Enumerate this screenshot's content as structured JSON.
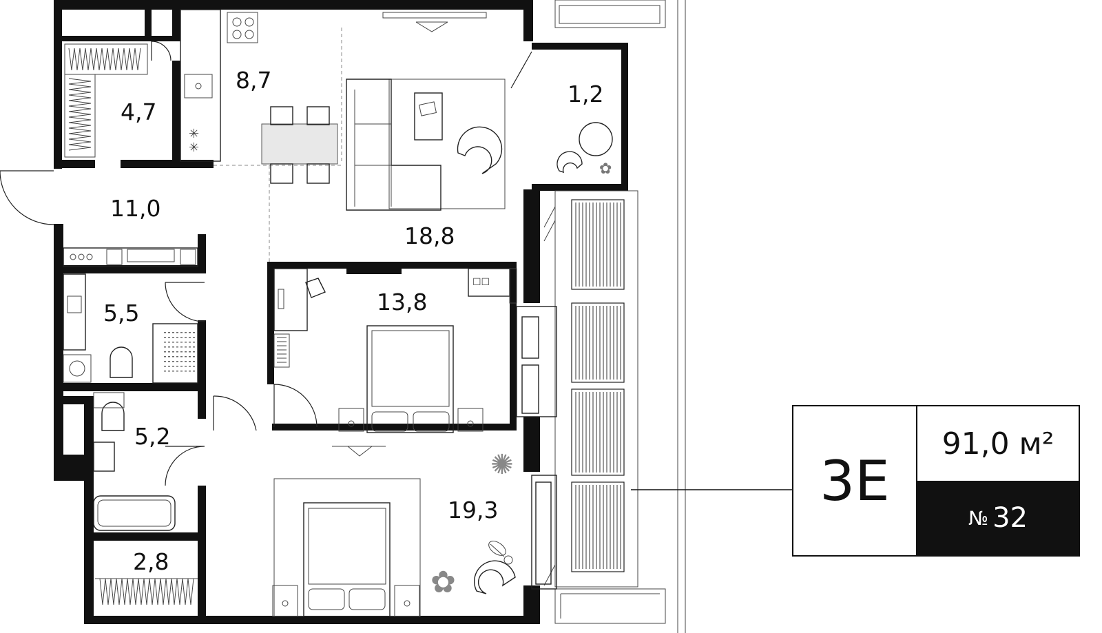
{
  "plan": {
    "rooms": [
      {
        "id": "wardrobe",
        "area": "4,7"
      },
      {
        "id": "kitchen",
        "area": "8,7"
      },
      {
        "id": "loggia",
        "area": "1,2"
      },
      {
        "id": "hall",
        "area": "11,0"
      },
      {
        "id": "living",
        "area": "18,8"
      },
      {
        "id": "bathroom",
        "area": "5,5"
      },
      {
        "id": "bedroom-small",
        "area": "13,8"
      },
      {
        "id": "wc",
        "area": "5,2"
      },
      {
        "id": "bedroom-master",
        "area": "19,3"
      },
      {
        "id": "storage",
        "area": "2,8"
      }
    ]
  },
  "info": {
    "type": "3E",
    "area": "91,0 м²",
    "number_symbol": "№",
    "number": "32"
  }
}
